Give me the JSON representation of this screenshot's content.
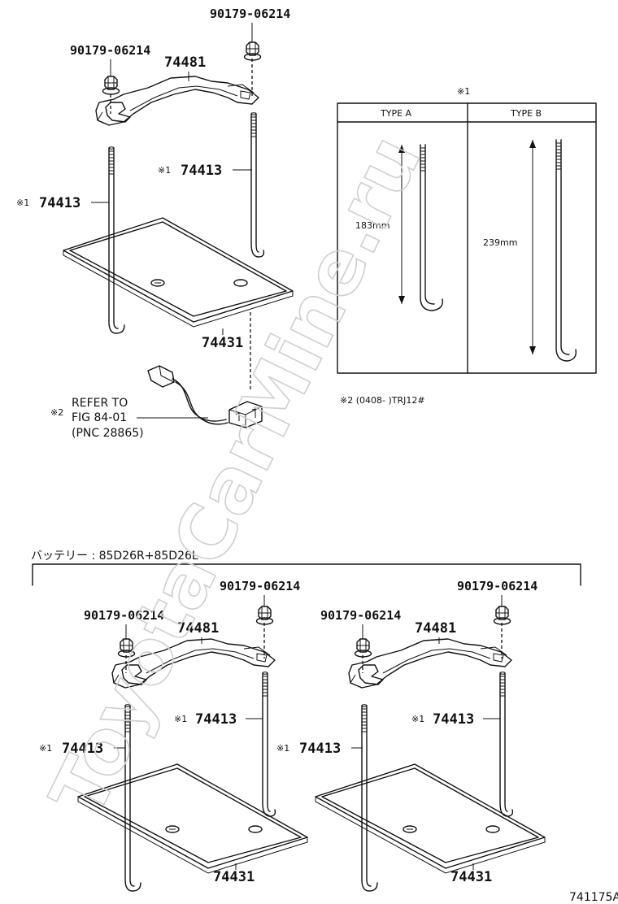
{
  "watermark": "ToyotaCarMine.ru",
  "figure_code": "741175A",
  "top": {
    "bolt_right": "90179-06214",
    "bolt_left": "90179-06214",
    "clamp": "74481",
    "rod_right": "74413",
    "rod_right_mark": "※1",
    "rod_left": "74413",
    "rod_left_mark": "※1",
    "tray": "74431",
    "ref_mark": "※2",
    "ref_line1": "REFER TO",
    "ref_line2": "FIG 84-01",
    "ref_line3": "(PNC 28865)"
  },
  "type_box": {
    "mark": "※1",
    "col_a": "TYPE  A",
    "col_b": "TYPE  B",
    "len_a": "183mm",
    "len_b": "239mm",
    "note": "※2  (0408-     )TRJ12#"
  },
  "battery_section": {
    "label": "バッテリー  :  85D26R+85D26L"
  },
  "bottom_left": {
    "bolt_right": "90179-06214",
    "bolt_left": "90179-06214",
    "clamp": "74481",
    "rod_right": "74413",
    "rod_right_mark": "※1",
    "rod_left": "74413",
    "rod_left_mark": "※1",
    "tray": "74431"
  },
  "bottom_right": {
    "bolt_right": "90179-06214",
    "bolt_left": "90179-06214",
    "clamp": "74481",
    "rod_right": "74413",
    "rod_right_mark": "※1",
    "rod_left": "74413",
    "rod_left_mark": "※1",
    "tray": "74431"
  }
}
